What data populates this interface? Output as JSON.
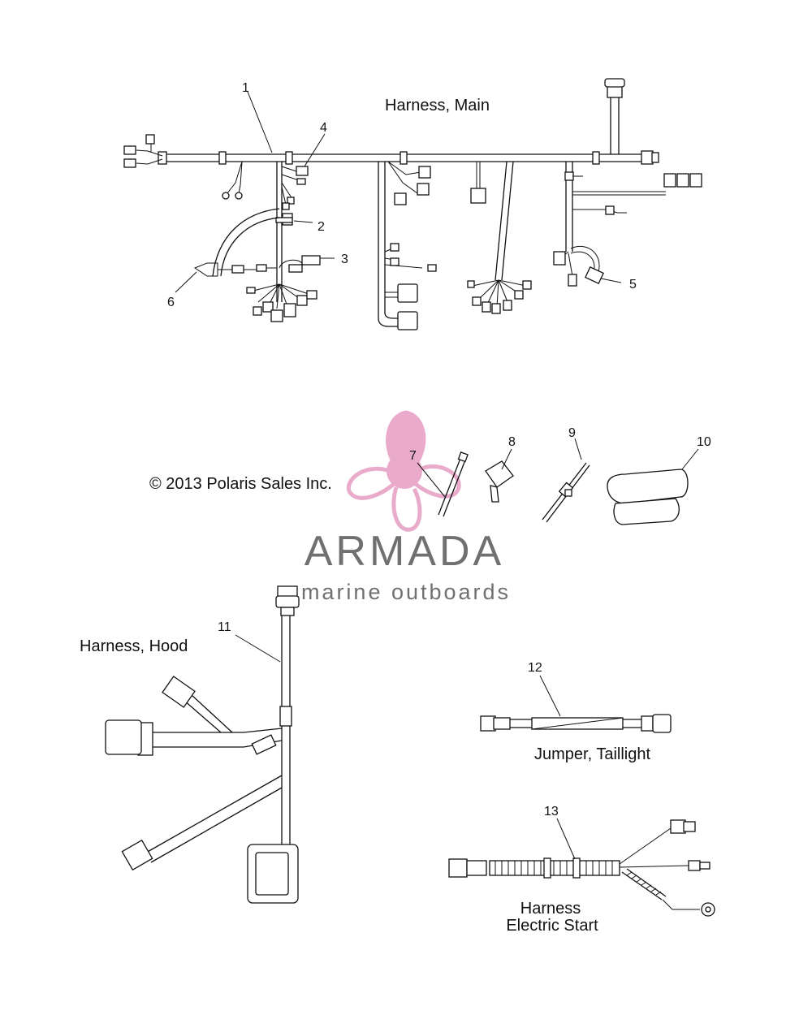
{
  "labels": {
    "harness_main": "Harness, Main",
    "harness_hood": "Harness, Hood",
    "jumper_taillight": "Jumper, Taillight",
    "harness_electric_start_line1": "Harness",
    "harness_electric_start_line2": "Electric Start",
    "copyright": "© 2013 Polaris Sales Inc."
  },
  "callouts": [
    "1",
    "2",
    "3",
    "4",
    "5",
    "6",
    "7",
    "8",
    "9",
    "10",
    "11",
    "12",
    "13"
  ],
  "watermark": {
    "brand": "ARMADA",
    "tagline": "marine outboards",
    "logo_color": "#e8a6c9",
    "text_color": "#707070"
  }
}
